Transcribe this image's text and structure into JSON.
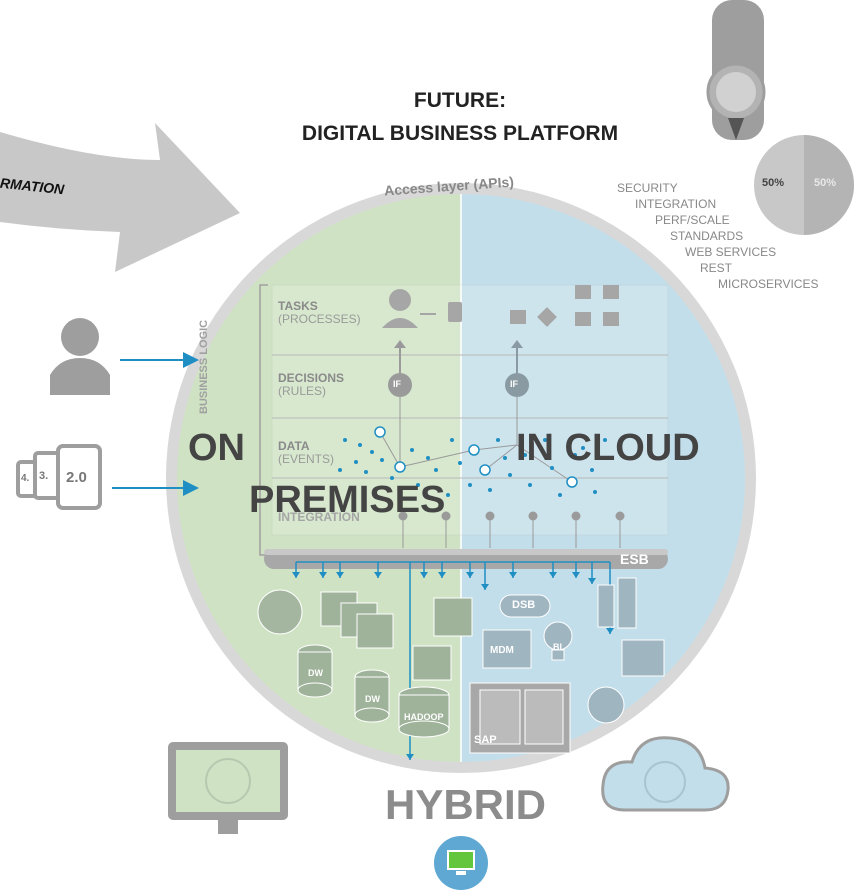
{
  "header": {
    "title_line1": "FUTURE:",
    "title_line2": "DIGITAL BUSINESS PLATFORM"
  },
  "transformation_arrow": {
    "label": "RMATION"
  },
  "access_layer": {
    "label": "Access layer (APIs)"
  },
  "features": [
    "SECURITY",
    "INTEGRATION",
    "PERF/SCALE",
    "STANDARDS",
    "WEB SERVICES",
    "REST",
    "MICROSERVICES"
  ],
  "percent_pie": {
    "left": "50%",
    "right": "50%"
  },
  "layers": [
    {
      "name": "TASKS",
      "sub": "(PROCESSES)"
    },
    {
      "name": "DECISIONS",
      "sub": "(RULES)"
    },
    {
      "name": "DATA",
      "sub": "(EVENTS)"
    },
    {
      "name": "INTEGRATION",
      "sub": ""
    }
  ],
  "business_logic_label": "BUSINESS LOGIC",
  "decision_icon": "IF",
  "zones": {
    "on_premises_line1": "ON",
    "on_premises_line2": "PREMISES",
    "in_cloud": "IN CLOUD"
  },
  "esb_label": "ESB",
  "systems": {
    "dw1": "DW",
    "dw2": "DW",
    "hadoop": "HADOOP",
    "dsb": "DSB",
    "mdm": "MDM",
    "bi": "BI",
    "sap": "SAP"
  },
  "device_versions": [
    "4.",
    "3.",
    "2.0"
  ],
  "hybrid_label": "HYBRID",
  "colors": {
    "on_premises_fill": "#cfe3c4",
    "cloud_fill": "#c2deea",
    "ring": "#d8d8d8",
    "accent_blue": "#1f8fc3",
    "esb_bar": "#a8a8a8"
  }
}
